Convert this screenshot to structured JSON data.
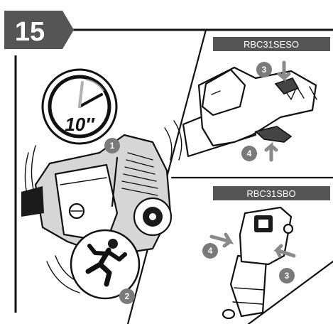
{
  "step": {
    "number": "15"
  },
  "timer": {
    "duration": "10″"
  },
  "callouts": {
    "one": "1",
    "two": "2",
    "three": "3",
    "four": "4"
  },
  "models": {
    "top": {
      "name": "RBC31SESO"
    },
    "bottom": {
      "name": "RBC31SBO"
    }
  },
  "icons": {
    "timer": "stopwatch-icon",
    "run": "running-person-icon",
    "arrow": "arrow-icon"
  },
  "colors": {
    "ink": "#111111",
    "badge": "#555555",
    "callout": "#7a7a7a",
    "arrow": "#8a8a8a"
  }
}
